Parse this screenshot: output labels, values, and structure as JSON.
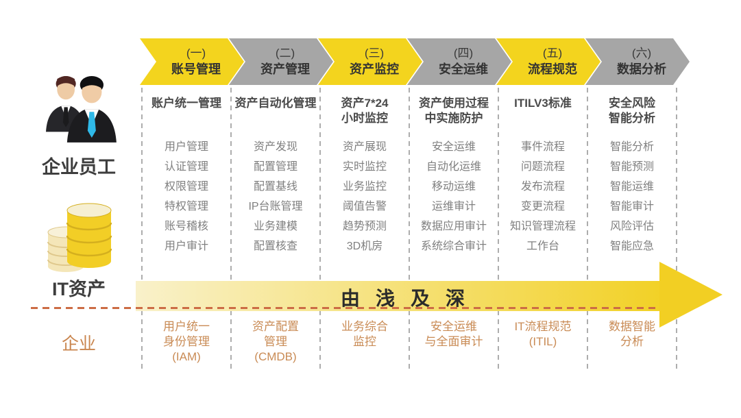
{
  "left_side": {
    "people_icon": "businesspeople-icon",
    "coins_icon": "gold-coins-icon",
    "employees_label": "企业员工",
    "assets_label": "IT资产",
    "enterprise_label": "企业"
  },
  "flow_arrow": {
    "icon": "right-arrow-icon",
    "label": "由浅及深"
  },
  "colors": {
    "stage_yellow": "#F3D41E",
    "stage_gray": "#A6A6A6",
    "arrow_gold": "#F2CF23",
    "arrow_gradient_start": "#F9F1CA",
    "dashed_line_orange": "#CC6C45",
    "bottom_text_orange": "#C98B55",
    "item_text_gray": "#7F7F7F"
  },
  "stages": [
    {
      "number": "(一)",
      "title": "账号管理",
      "color": "yellow",
      "header_lines": [
        "账户统一管理"
      ],
      "items": [
        "用户管理",
        "认证管理",
        "权限管理",
        "特权管理",
        "账号稽核",
        "用户审计"
      ],
      "bottom_lines": [
        "用户统一",
        "身份管理",
        "(IAM)"
      ]
    },
    {
      "number": "(二)",
      "title": "资产管理",
      "color": "gray",
      "header_lines": [
        "资产自动化管理"
      ],
      "items": [
        "资产发现",
        "配置管理",
        "配置基线",
        "IP台账管理",
        "业务建模",
        "配置核查"
      ],
      "bottom_lines": [
        "资产配置",
        "管理",
        "(CMDB)"
      ]
    },
    {
      "number": "(三)",
      "title": "资产监控",
      "color": "yellow",
      "header_lines": [
        "资产7*24",
        "小时监控"
      ],
      "items": [
        "资产展现",
        "实时监控",
        "业务监控",
        "阈值告警",
        "趋势预测",
        "3D机房"
      ],
      "bottom_lines": [
        "业务综合",
        "监控"
      ]
    },
    {
      "number": "(四)",
      "title": "安全运维",
      "color": "gray",
      "header_lines": [
        "资产使用过程",
        "中实施防护"
      ],
      "items": [
        "安全运维",
        "自动化运维",
        "移动运维",
        "运维审计",
        "数据应用审计",
        "系统综合审计"
      ],
      "bottom_lines": [
        "安全运维",
        "与全面审计"
      ]
    },
    {
      "number": "(五)",
      "title": "流程规范",
      "color": "yellow",
      "header_lines": [
        "ITILV3标准"
      ],
      "items": [
        "事件流程",
        "问题流程",
        "发布流程",
        "变更流程",
        "知识管理流程",
        "工作台"
      ],
      "bottom_lines": [
        "IT流程规范",
        "(ITIL)"
      ]
    },
    {
      "number": "(六)",
      "title": "数据分析",
      "color": "gray",
      "header_lines": [
        "安全风险",
        "智能分析"
      ],
      "items": [
        "智能分析",
        "智能预测",
        "智能运维",
        "智能审计",
        "风险评估",
        "智能应急"
      ],
      "bottom_lines": [
        "数据智能",
        "分析"
      ]
    }
  ]
}
